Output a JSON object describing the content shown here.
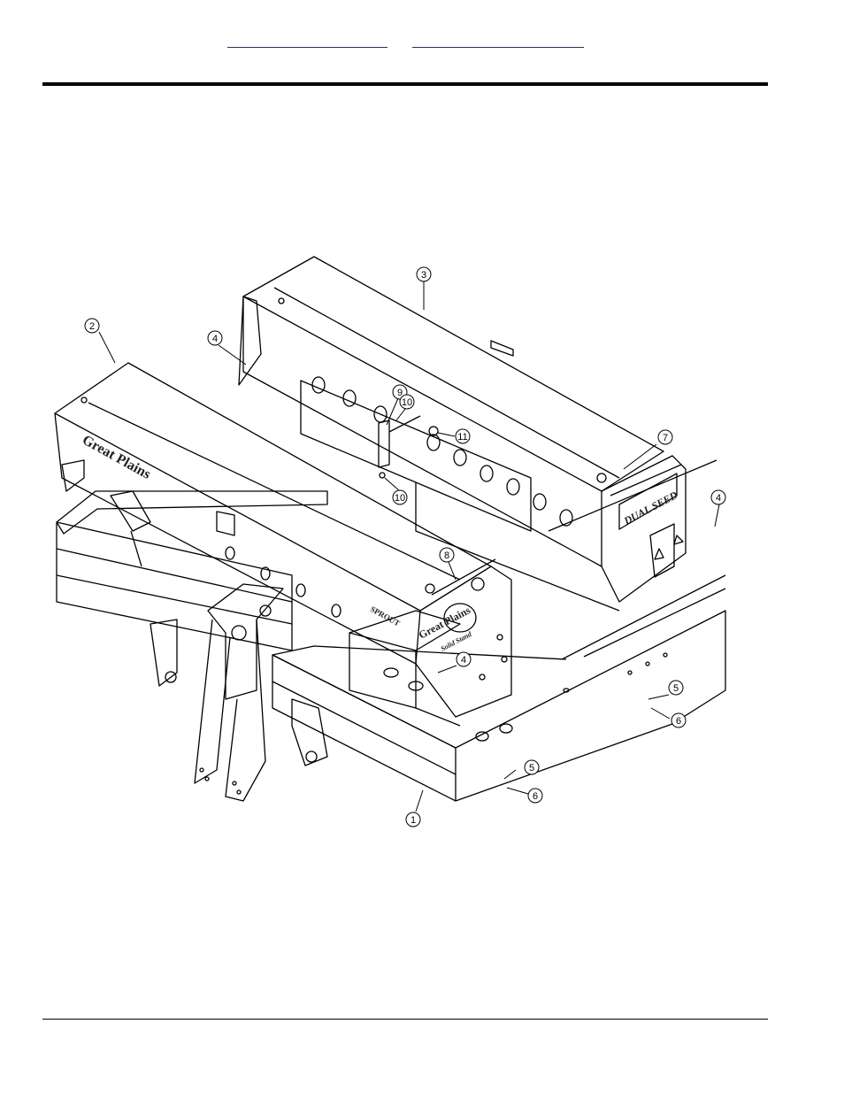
{
  "header": {
    "links": [
      {
        "label": ""
      },
      {
        "label": ""
      }
    ]
  },
  "drawing": {
    "brand_left": "Great Plains",
    "brand_box_right": "DUAL SEED",
    "brand_plate": "Great Plains",
    "plate_script": "Solid Stand",
    "side_label": "SPROUT",
    "callouts": [
      {
        "number": "1"
      },
      {
        "number": "2"
      },
      {
        "number": "3"
      },
      {
        "number": "4"
      },
      {
        "number": "4"
      },
      {
        "number": "4"
      },
      {
        "number": "5"
      },
      {
        "number": "5"
      },
      {
        "number": "6"
      },
      {
        "number": "6"
      },
      {
        "number": "7"
      },
      {
        "number": "8"
      },
      {
        "number": "9"
      },
      {
        "number": "10"
      },
      {
        "number": "10"
      },
      {
        "number": "11"
      }
    ]
  }
}
